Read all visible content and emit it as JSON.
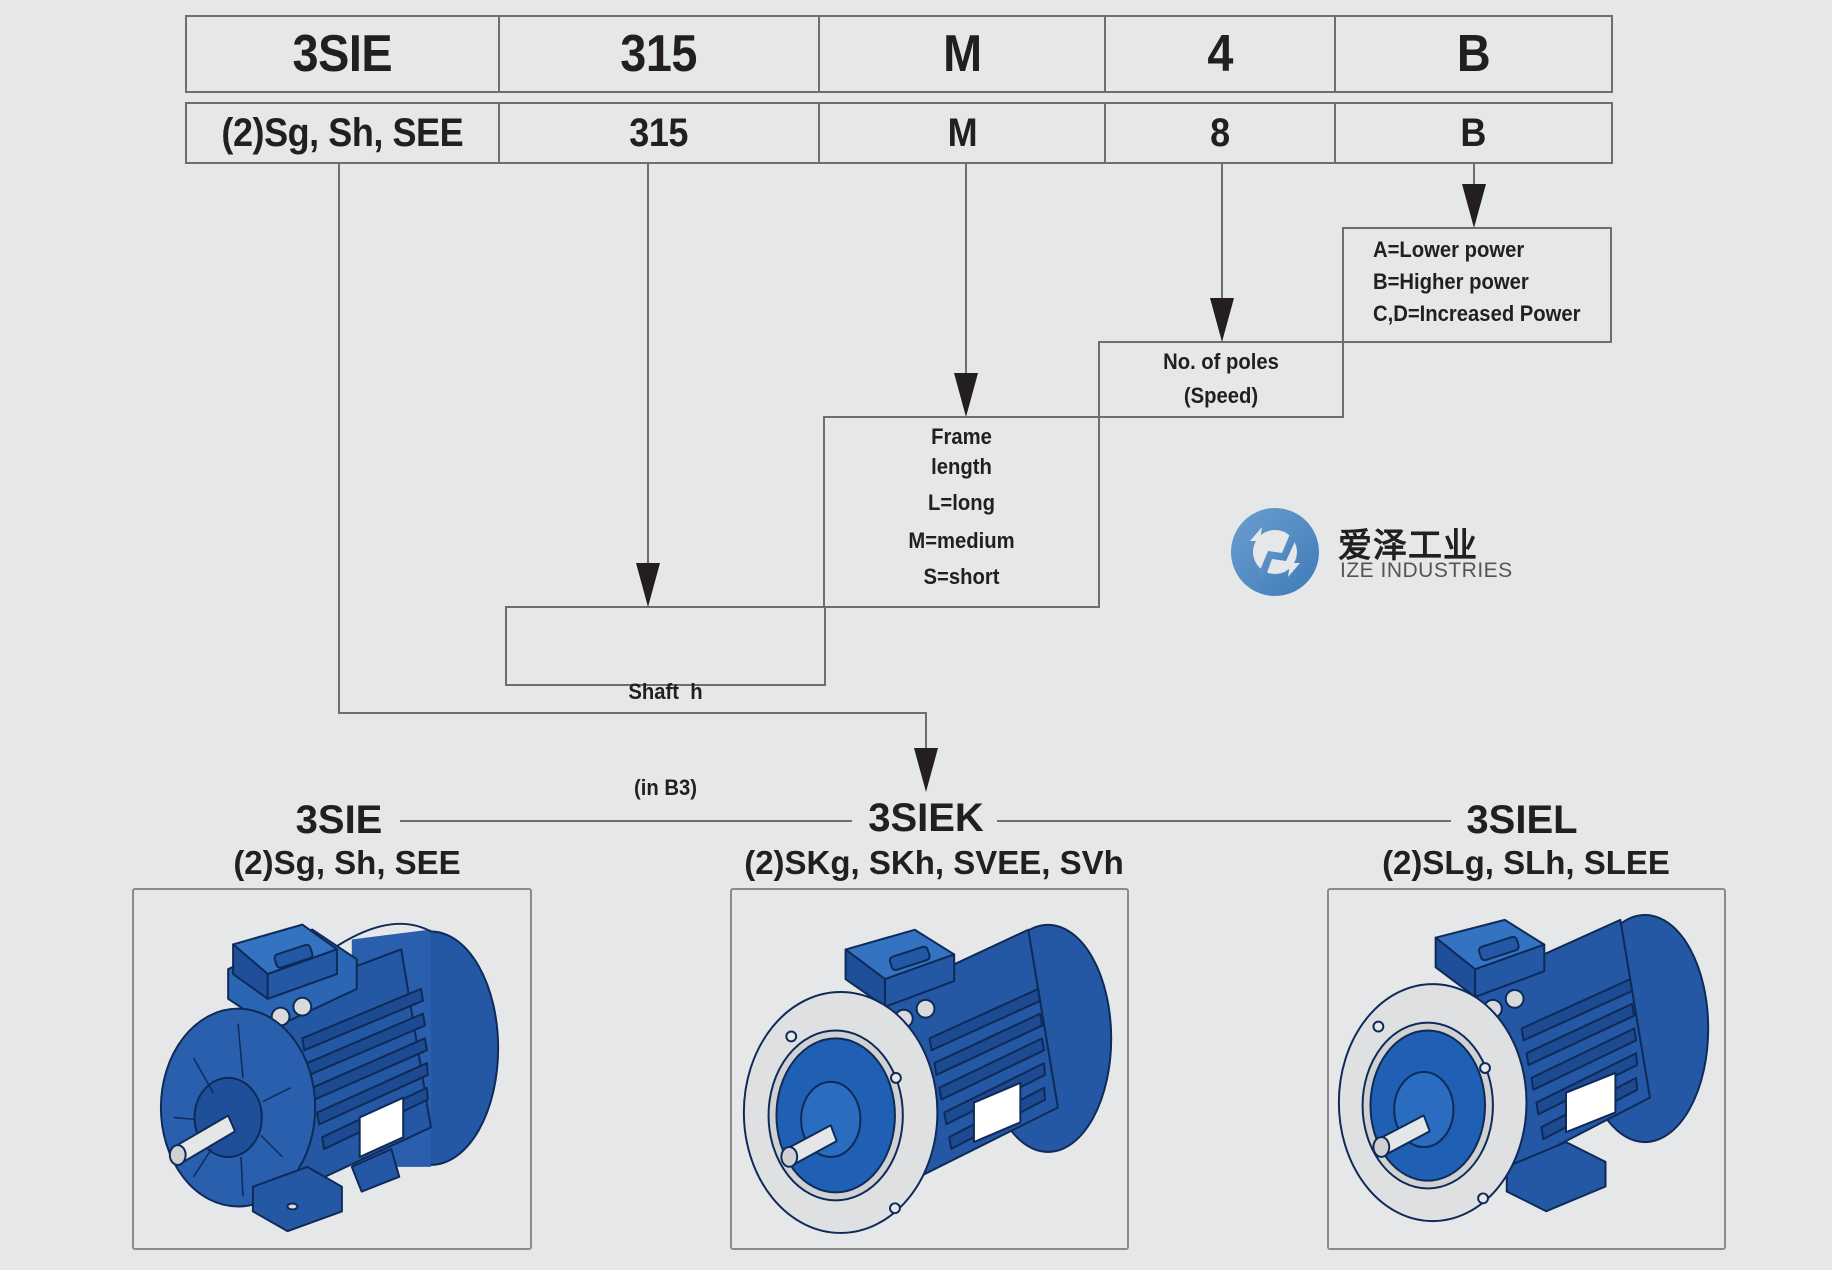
{
  "code_table": {
    "row1": [
      "3SIE",
      "315",
      "M",
      "4",
      "B"
    ],
    "row2": [
      "(2)Sg, Sh, SEE",
      "315",
      "M",
      "8",
      "B"
    ]
  },
  "legend_boxes": {
    "power": [
      "A=Lower power",
      "B=Higher power",
      "C,D=Increased Power"
    ],
    "poles": [
      "No. of poles",
      "(Speed)"
    ],
    "frame": [
      "Frame",
      "length",
      "L=long",
      "M=medium",
      "S=short"
    ],
    "shaft": [
      "Shaft  h",
      "(in B3)"
    ]
  },
  "logo": {
    "name_cn": "爱泽工业",
    "name_en": "IZE INDUSTRIES",
    "color": "#4a86c0"
  },
  "series": [
    {
      "title": "3SIE",
      "subtitle": "(2)Sg, Sh, SEE",
      "mounting": "foot"
    },
    {
      "title": "3SIEK",
      "subtitle": "(2)SKg, SKh, SVEE, SVh",
      "mounting": "flange"
    },
    {
      "title": "3SIEL",
      "subtitle": "(2)SLg, SLh, SLEE",
      "mounting": "foot-flange"
    }
  ],
  "colors": {
    "background": "#e6e7e9",
    "line": "#6d6e70",
    "text": "#231f20",
    "motor_blue": "#2457a4",
    "motor_dark": "#163f80",
    "motor_light": "#3a78c4",
    "flange_metal": "#d9dadc"
  }
}
